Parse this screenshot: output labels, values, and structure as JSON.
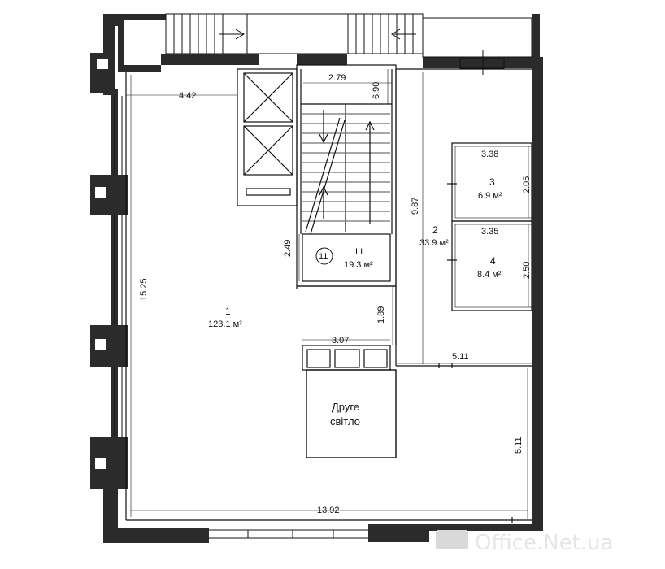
{
  "rooms": [
    {
      "number": "1",
      "area": "123.1 м²"
    },
    {
      "number": "2",
      "area": "33.9 м²"
    },
    {
      "number": "3",
      "area": "6.9 м²"
    },
    {
      "number": "4",
      "area": "8.4 м²"
    },
    {
      "number": "III",
      "area": "19.3 м²",
      "marker": "11"
    }
  ],
  "dimensions": {
    "d442": "4.42",
    "d279": "2.79",
    "d690": "6.90",
    "d338": "3.38",
    "d205": "2.05",
    "d987": "9.87",
    "d335": "3.35",
    "d250": "2.50",
    "d249": "2.49",
    "d1525": "15.25",
    "d189": "1.89",
    "d307": "3.07",
    "d511a": "5.11",
    "d511b": "5.11",
    "d1392": "13.92"
  },
  "void_label": {
    "line1": "Друге",
    "line2": "світло"
  },
  "watermark": "Office.Net.ua",
  "colors": {
    "wall": "#2b2b2b",
    "line": "#111111",
    "background": "#ffffff"
  }
}
